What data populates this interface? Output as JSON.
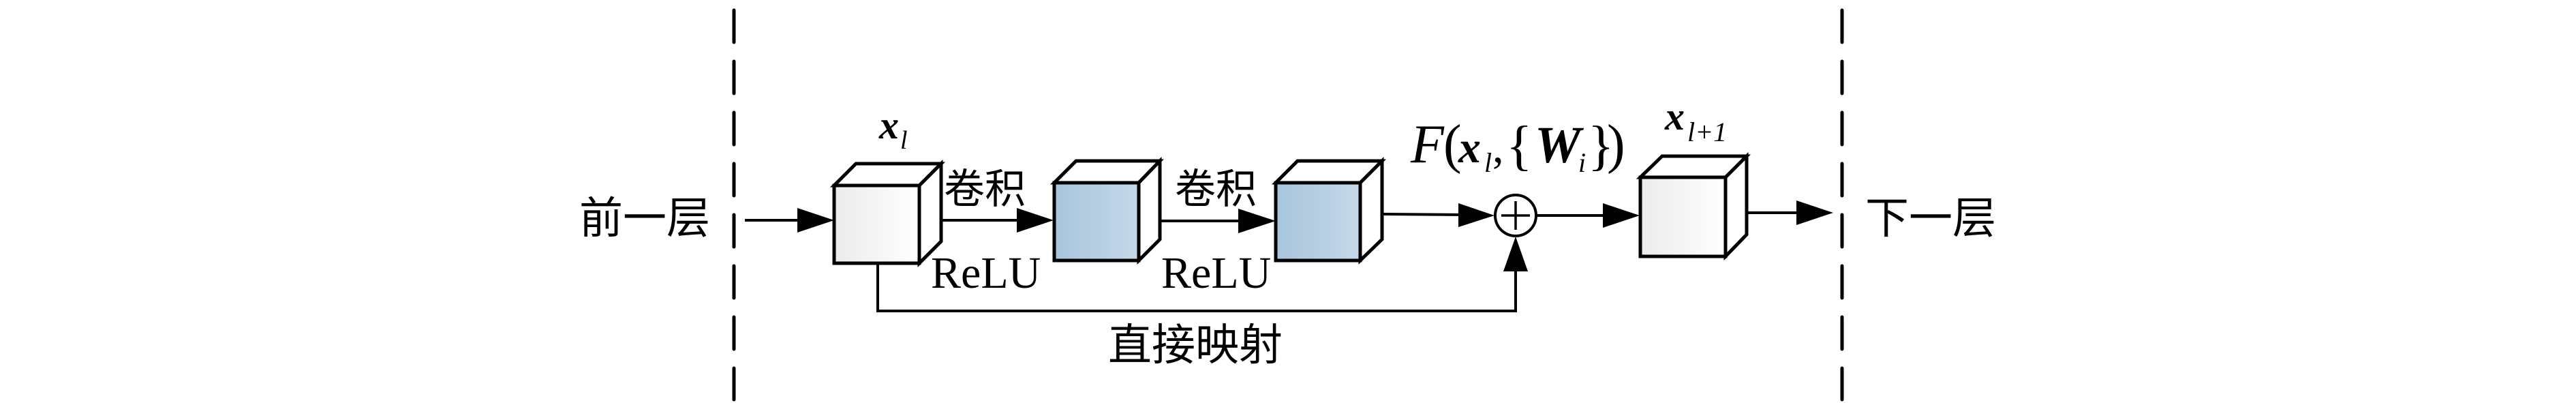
{
  "diagram": {
    "title": "Residual block",
    "labels": {
      "prev_layer": "前一层",
      "next_layer": "下一层",
      "conv1": "卷积",
      "conv2": "卷积",
      "relu1": "ReLU",
      "relu2": "ReLU",
      "shortcut": "直接映射"
    },
    "math": {
      "x_l": {
        "base": "x",
        "sub": "l"
      },
      "x_l1": {
        "base": "x",
        "sub": "l+1"
      },
      "residual": {
        "func": "F",
        "open_paren": "(",
        "x": "x",
        "x_sub": "l",
        "comma": ",",
        "open_brace": "{",
        "w": "W",
        "w_sub": "i",
        "close_brace": "}",
        "close_paren": ")"
      },
      "sum_symbol": "⊕"
    },
    "nodes": [
      {
        "id": "cube-input",
        "style": "gray"
      },
      {
        "id": "cube-conv1",
        "style": "blue"
      },
      {
        "id": "cube-conv2",
        "style": "blue"
      },
      {
        "id": "cube-output",
        "style": "gray"
      }
    ],
    "colors": {
      "gray_left": "#ebebeb",
      "gray_right": "#ffffff",
      "blue_left": "#a8c5dc",
      "blue_right": "#c5d8e9",
      "stroke": "#000000"
    }
  }
}
